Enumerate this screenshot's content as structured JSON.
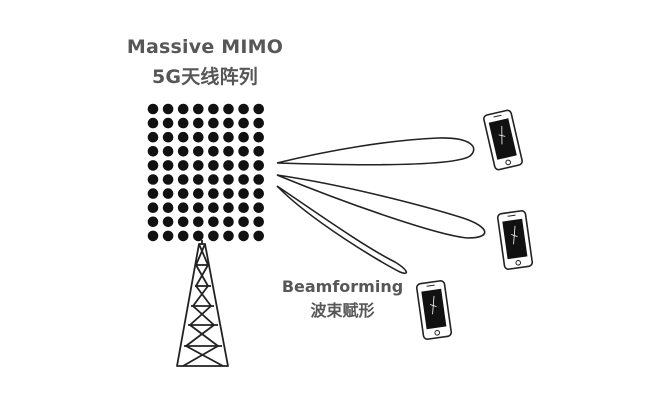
{
  "diagram": {
    "title_line1": "Massive MIMO",
    "title_line2": "5G天线阵列",
    "beam_label_line1": "Beamforming",
    "beam_label_line2": "波束赋形",
    "antenna_array": {
      "rows": 10,
      "cols": 8
    },
    "phones": 3,
    "beams": 3,
    "colors": {
      "label_text": "#575757",
      "dots": "#111111",
      "lines": "#222222",
      "phone_screen": "#111111",
      "background": "#ffffff"
    },
    "icons": [
      "antenna-array-icon",
      "tower-icon",
      "phone-icon"
    ]
  }
}
